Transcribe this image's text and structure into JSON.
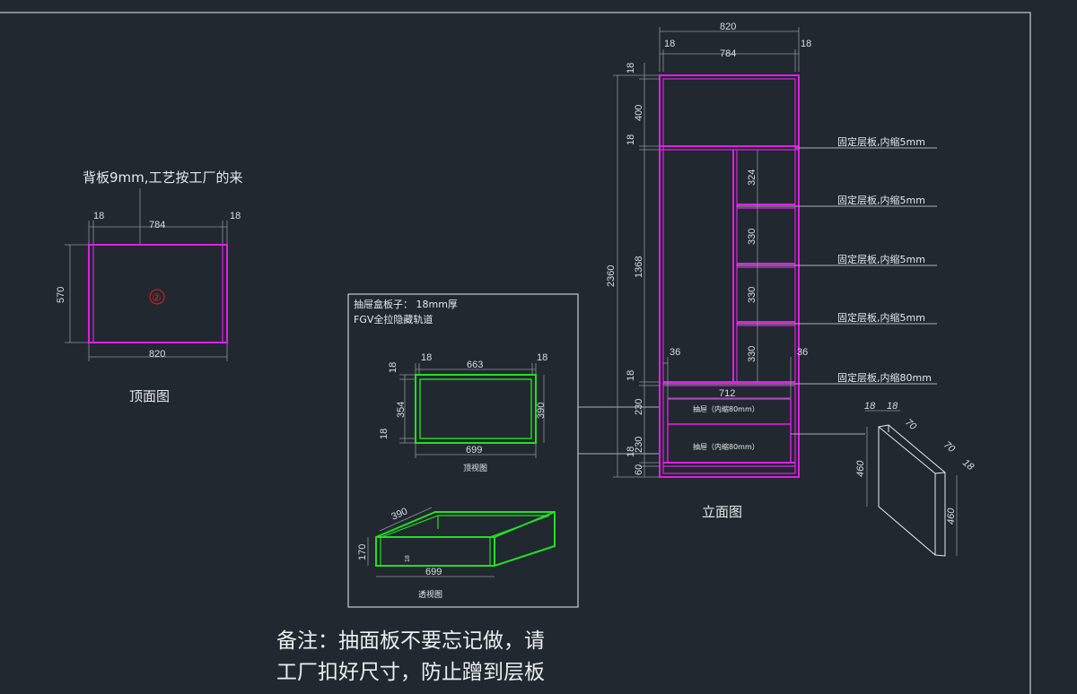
{
  "top_view": {
    "title": "顶面图",
    "backboard_note": "背板9mm,工艺按工厂的来",
    "dims": {
      "left": "18",
      "inner": "784",
      "right": "18",
      "depth": "570",
      "width": "820"
    },
    "marker": "②"
  },
  "drawer_box": {
    "title_line1": "抽屉盒板子： 18mm厚",
    "title_line2": "FGV全拉隐藏轨道",
    "top_view_label": "顶视图",
    "perspective_label": "透视图",
    "top_dims": {
      "left": "18",
      "inner": "663",
      "right": "18",
      "side_top": "18",
      "inner_depth": "354",
      "side_bottom": "18",
      "depth": "390",
      "width": "699"
    },
    "persp_dims": {
      "depth": "390",
      "height": "170",
      "width": "699",
      "small": "18"
    }
  },
  "elevation": {
    "title": "立面图",
    "top_dims": {
      "overall": "820",
      "left": "18",
      "inner": "784",
      "right": "18"
    },
    "left_dims": {
      "overall": "2360",
      "top_panel": "18",
      "top_space": "400",
      "shelf": "18",
      "middle": "1368",
      "lower_shelf": "18",
      "drawer1": "230",
      "gap": "18",
      "drawer2": "230",
      "base": "60"
    },
    "shelf_dims": [
      "324",
      "330",
      "330",
      "330"
    ],
    "side_dims": {
      "left": "36",
      "right": "36",
      "drawer_width": "712"
    },
    "callouts": [
      "固定层板,内缩5mm",
      "固定层板,内缩5mm",
      "固定层板,内缩5mm",
      "固定层板,内缩5mm",
      "固定层板,内缩80mm"
    ],
    "drawers": [
      "抽屉（内缩80mm）",
      "抽屉（内缩80mm）"
    ]
  },
  "panel_3d": {
    "dims": {
      "a": "18",
      "b": "18",
      "c": "70",
      "d": "70",
      "e": "18",
      "h1": "460",
      "h2": "460"
    }
  },
  "remark": {
    "line1": "备注：抽面板不要忘记做，请",
    "line2": "工厂扣好尺寸，防止蹭到层板"
  }
}
